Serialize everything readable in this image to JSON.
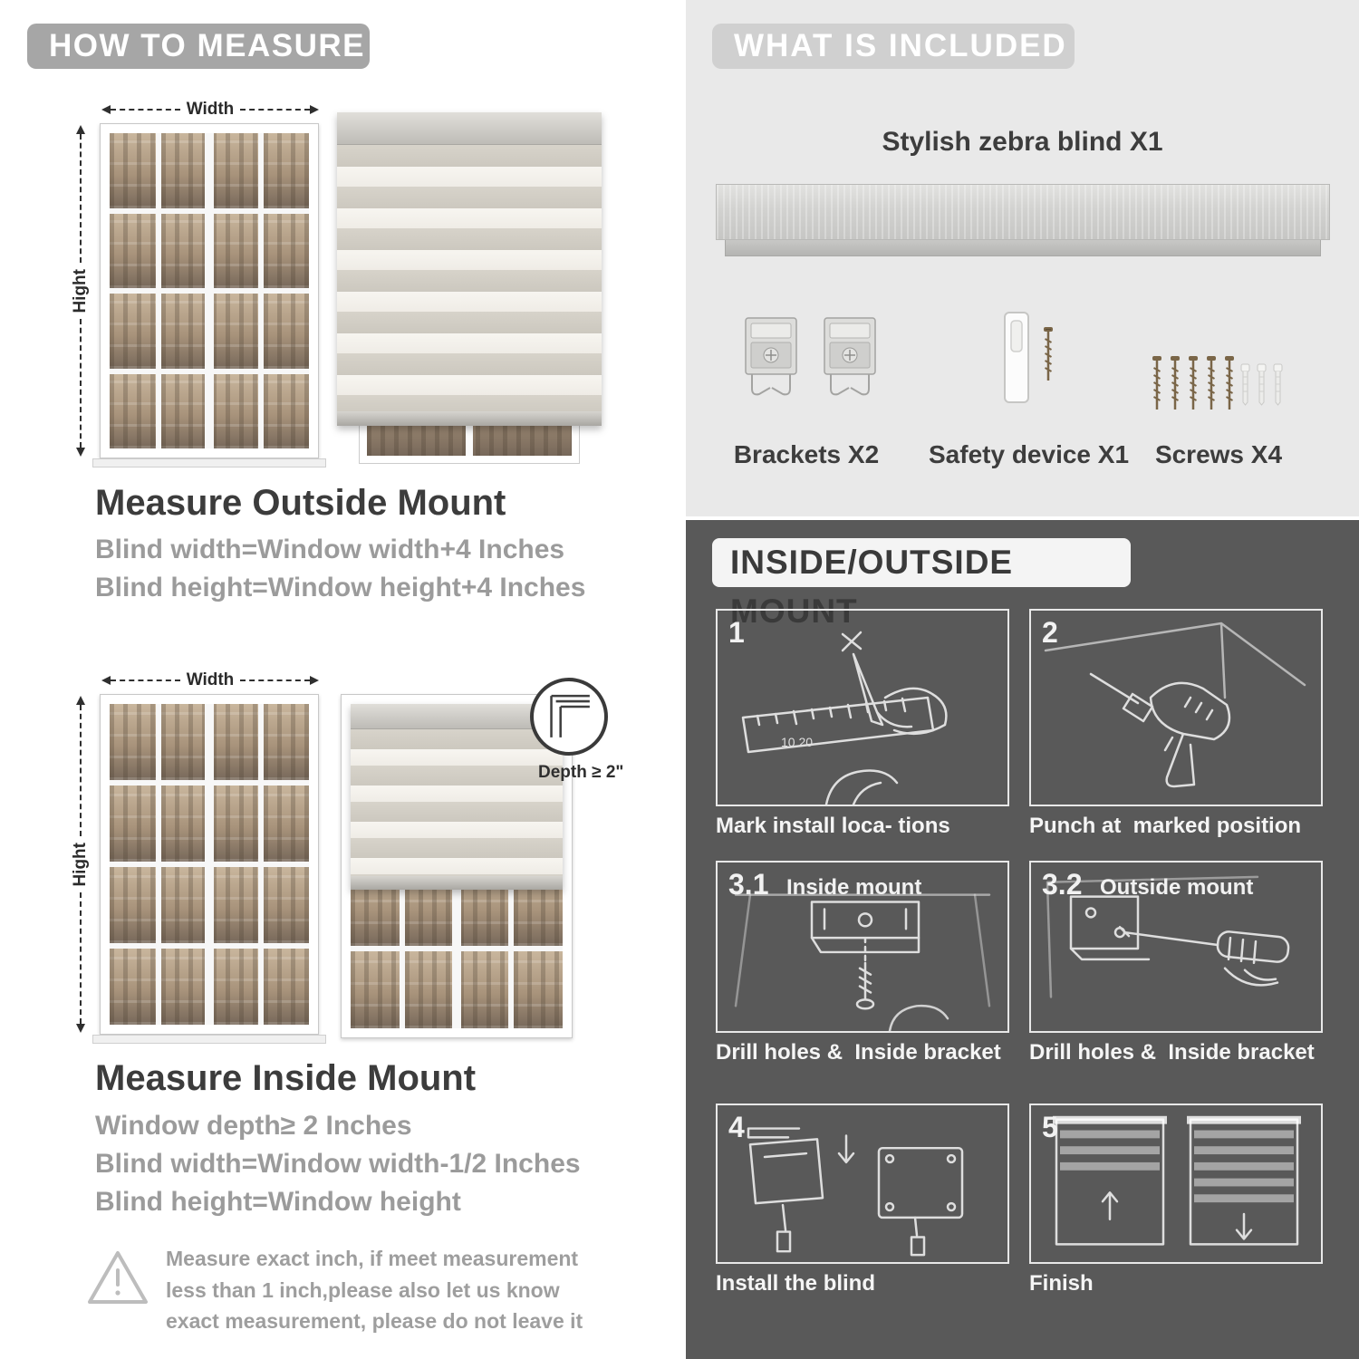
{
  "colors": {
    "how_banner_gray": "#a6a6a6",
    "included_bg_gray": "#e9e9e9",
    "included_banner_gray": "#d0d0d0",
    "mount_bg_dark": "#595959",
    "heading_dark": "#3c3c3c",
    "subtext_gray": "#9b9b9b"
  },
  "how_to_measure": {
    "header": "HOW TO MEASURE",
    "width_label": "Width",
    "height_label": "Hight",
    "outside": {
      "title": "Measure Outside Mount",
      "lines": [
        "Blind width=Window width+4 Inches",
        "Blind height=Window height+4 Inches"
      ]
    },
    "inside": {
      "title": "Measure Inside Mount",
      "depth_callout": "Depth ≥ 2\"",
      "lines": [
        "Window depth≥ 2 Inches",
        "Blind width=Window width-1/2 Inches",
        "Blind height=Window height"
      ]
    },
    "warning_note": "Measure exact inch, if meet measurement less than 1 inch,please also let us know exact measurement, please do not leave it"
  },
  "what_is_included": {
    "header": "WHAT IS INCLUDED",
    "blind_label": "Stylish zebra blind X1",
    "items": [
      {
        "label": "Brackets X2",
        "icon": "bracket-icon"
      },
      {
        "label": "Safety device X1",
        "icon": "safety-device-icon"
      },
      {
        "label": "Screws X4",
        "icon": "screw-icon"
      }
    ]
  },
  "mount_guide": {
    "header": "INSIDE/OUTSIDE MOUNT",
    "ruler_marks": "10    20",
    "steps": [
      {
        "num": "1",
        "tag": "",
        "caption": "Mark install loca- tions"
      },
      {
        "num": "2",
        "tag": "",
        "caption": "Punch at  marked position"
      },
      {
        "num": "3.1",
        "tag": "Inside mount",
        "caption": "Drill holes &  Inside bracket"
      },
      {
        "num": "3.2",
        "tag": "Outside mount",
        "caption": "Drill holes &  Inside bracket"
      },
      {
        "num": "4",
        "tag": "",
        "caption": "Install the blind"
      },
      {
        "num": "5",
        "tag": "",
        "caption": "Finish"
      }
    ]
  }
}
